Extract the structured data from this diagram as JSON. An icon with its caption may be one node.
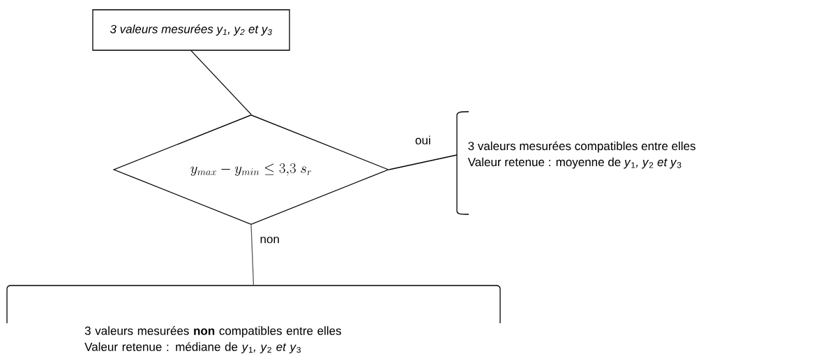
{
  "diagram": {
    "nodes": [
      {
        "text": [
          "3 valeurs mesurées y$_{1}$, y$_{2}$ et y$_{3}$"
        ]
      },
      {
        "text": [
          "y_{max} - y_{min} \\leq 3{,}3\\; s_r"
        ]
      },
      {
        "text": [
          "3 valeurs mesurées compatibles entre elles",
          "Valeur retenue : moyenne de *y*$_{1}$*, y*$_{2}$ *et y*$_{3}$"
        ]
      },
      {
        "text": [
          "3 valeurs mesurées **non** compatibles entre elles",
          "Valeur retenue : médiane de *y*$_{1}$*, y*$_{2}$ *et y*$_{3}$"
        ]
      }
    ],
    "edges": [
      {
        "from": 0,
        "to": 1,
        "arrow": "none"
      },
      {
        "from": 1,
        "to": 2,
        "arrow": "none",
        "label": "oui"
      },
      {
        "from": 1,
        "to": 3,
        "arrow": "none",
        "label": "non",
        "color": "#595959"
      }
    ]
  }
}
